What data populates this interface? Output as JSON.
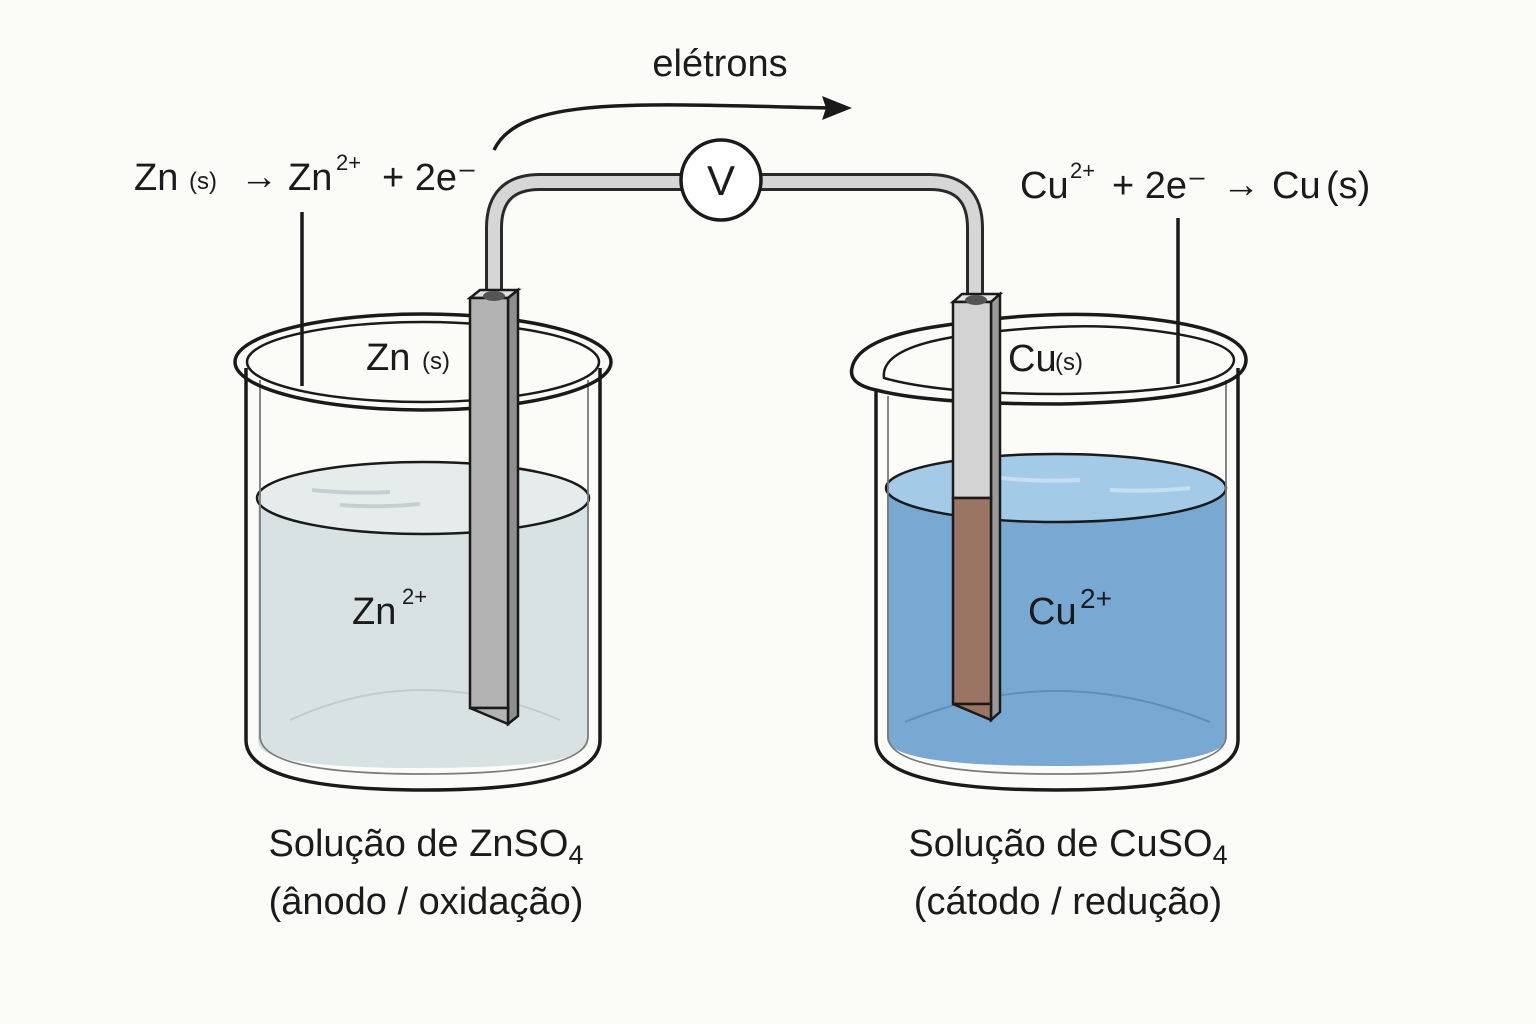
{
  "electrons_label": "elétrons",
  "voltmeter_symbol": "V",
  "anode": {
    "reaction": {
      "reactant": "Zn",
      "reactant_state": "(s)",
      "arrow": "→",
      "product": "Zn",
      "product_charge": "2+",
      "electrons": "+ 2e⁻"
    },
    "electrode": {
      "metal": "Zn",
      "state": "(s)"
    },
    "ion": {
      "symbol": "Zn",
      "charge": "2+"
    },
    "caption": {
      "line1_prefix": "Solução de ZnSO",
      "line1_subscript": "4",
      "line2": "(ânodo / oxidação)"
    }
  },
  "cathode": {
    "reaction": {
      "reactant": "Cu",
      "reactant_charge": "2+",
      "electrons": "+ 2e⁻",
      "arrow": "→",
      "product": "Cu",
      "product_state": "(s)"
    },
    "electrode": {
      "metal": "Cu",
      "state": "(s)"
    },
    "ion": {
      "symbol": "Cu",
      "charge": "2+"
    },
    "caption": {
      "line1_prefix": "Solução de CuSO",
      "line1_subscript": "4",
      "line2": "(cátodo / redução)"
    }
  },
  "colors": {
    "zn_solution": "#d9e2e3",
    "cu_solution": "#78a9d2",
    "cu_solution_top": "#a3cbe8",
    "zinc_electrode": "#b3b3b3",
    "copper_electrode": "#9b7563",
    "wire": "#d6d6d6",
    "outline": "#1a1a1a"
  }
}
